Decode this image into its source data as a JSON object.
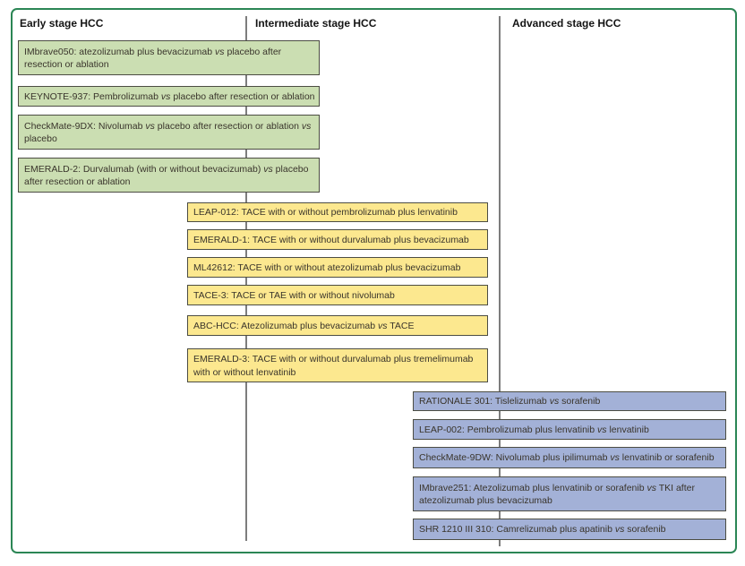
{
  "columns": {
    "early": {
      "header": "Early stage HCC"
    },
    "intermediate": {
      "header": "Intermediate stage HCC"
    },
    "advanced": {
      "header": "Advanced stage HCC"
    }
  },
  "trials": {
    "early": [
      "IMbrave050: atezolizumab plus bevacizumab vs placebo after resection or ablation",
      "KEYNOTE-937: Pembrolizumab vs placebo after resection or ablation",
      "CheckMate-9DX: Nivolumab vs placebo after resection or ablation vs placebo",
      "EMERALD-2: Durvalumab (with or without bevacizumab) vs placebo after resection or ablation"
    ],
    "intermediate": [
      "LEAP-012: TACE with or without pembrolizumab plus lenvatinib",
      "EMERALD-1: TACE with or without durvalumab plus bevacizumab",
      "ML42612: TACE with or without atezolizumab plus bevacizumab",
      "TACE-3: TACE or TAE with or without nivolumab",
      "ABC-HCC: Atezolizumab plus bevacizumab vs TACE",
      "EMERALD-3: TACE with or without durvalumab plus tremelimumab with or without lenvatinib"
    ],
    "advanced": [
      "RATIONALE 301: Tislelizumab vs sorafenib",
      "LEAP-002: Pembrolizumab plus lenvatinib vs lenvatinib",
      "CheckMate-9DW: Nivolumab plus ipilimumab vs lenvatinib or sorafenib",
      "IMbrave251: Atezolizumab plus lenvatinib or sorafenib vs TKI after atezolizumab plus bevacizumab",
      "SHR 1210 III 310: Camrelizumab plus apatinib vs sorafenib"
    ]
  },
  "colors": {
    "frame_border": "#2b8655",
    "divider": "#7d7d7d",
    "early_fill": "#cbdeb2",
    "intermediate_fill": "#fce88f",
    "advanced_fill": "#a3b1d7",
    "box_border": "#4c4d43",
    "box_text": "#39342b",
    "header_text": "#141414"
  },
  "italic_token": "vs"
}
